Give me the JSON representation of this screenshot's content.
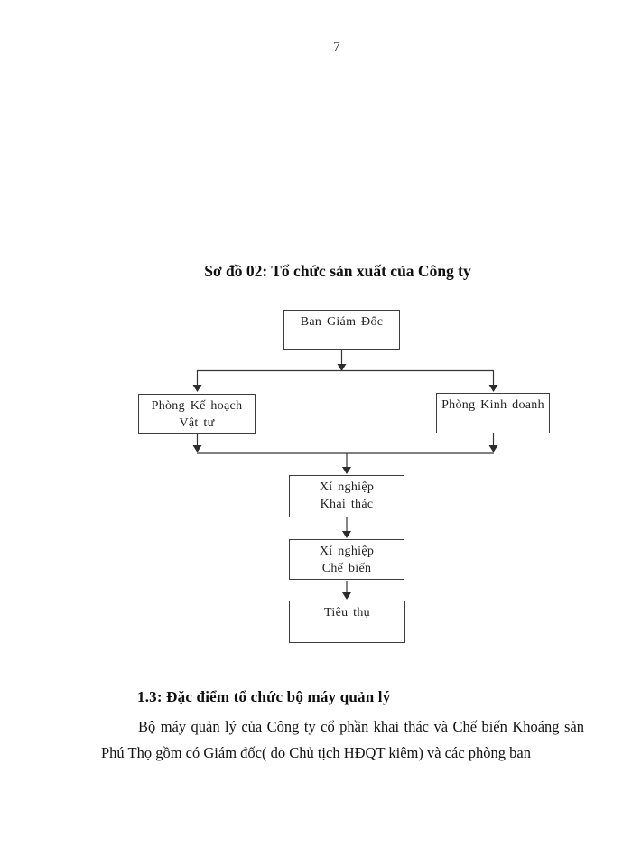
{
  "colors": {
    "page_background": "#ffffff",
    "text": "#141414",
    "box_border": "#3d3d3d",
    "connector": "#343434"
  },
  "page": {
    "number": "7"
  },
  "diagram": {
    "title": "Sơ đồ 02: Tổ chức sản xuất của Công ty",
    "nodes": [
      {
        "id": "ban-giam-doc",
        "label": "Ban Giám Đốc"
      },
      {
        "id": "phong-ke-hoach-vat-tu",
        "label": "Phòng Kế hoạch\nVật tư"
      },
      {
        "id": "phong-kinh-doanh",
        "label": "Phòng Kinh doanh"
      },
      {
        "id": "xi-nghiep-khai-thac",
        "label": "Xí nghiệp\nKhai thác"
      },
      {
        "id": "xi-nghiep-che-bien",
        "label": "Xí nghiệp\nChế biến"
      },
      {
        "id": "tieu-thu",
        "label": "Tiêu thụ"
      }
    ],
    "edges": [
      {
        "from": "ban-giam-doc",
        "to": "phong-ke-hoach-vat-tu"
      },
      {
        "from": "ban-giam-doc",
        "to": "phong-kinh-doanh"
      },
      {
        "from": "phong-ke-hoach-vat-tu",
        "to": "xi-nghiep-khai-thac"
      },
      {
        "from": "phong-kinh-doanh",
        "to": "xi-nghiep-khai-thac"
      },
      {
        "from": "xi-nghiep-khai-thac",
        "to": "xi-nghiep-che-bien"
      },
      {
        "from": "xi-nghiep-che-bien",
        "to": "tieu-thu"
      }
    ]
  },
  "section": {
    "heading": "1.3: Đặc điểm tổ chức bộ máy quản lý",
    "paragraph_lines": [
      "Bộ máy quản lý của Công ty cổ phần khai thác và Chế biến Khoáng sản",
      "Phú Thọ gồm có Giám đốc( do Chủ tịch HĐQT kiêm) và các phòng ban"
    ]
  }
}
